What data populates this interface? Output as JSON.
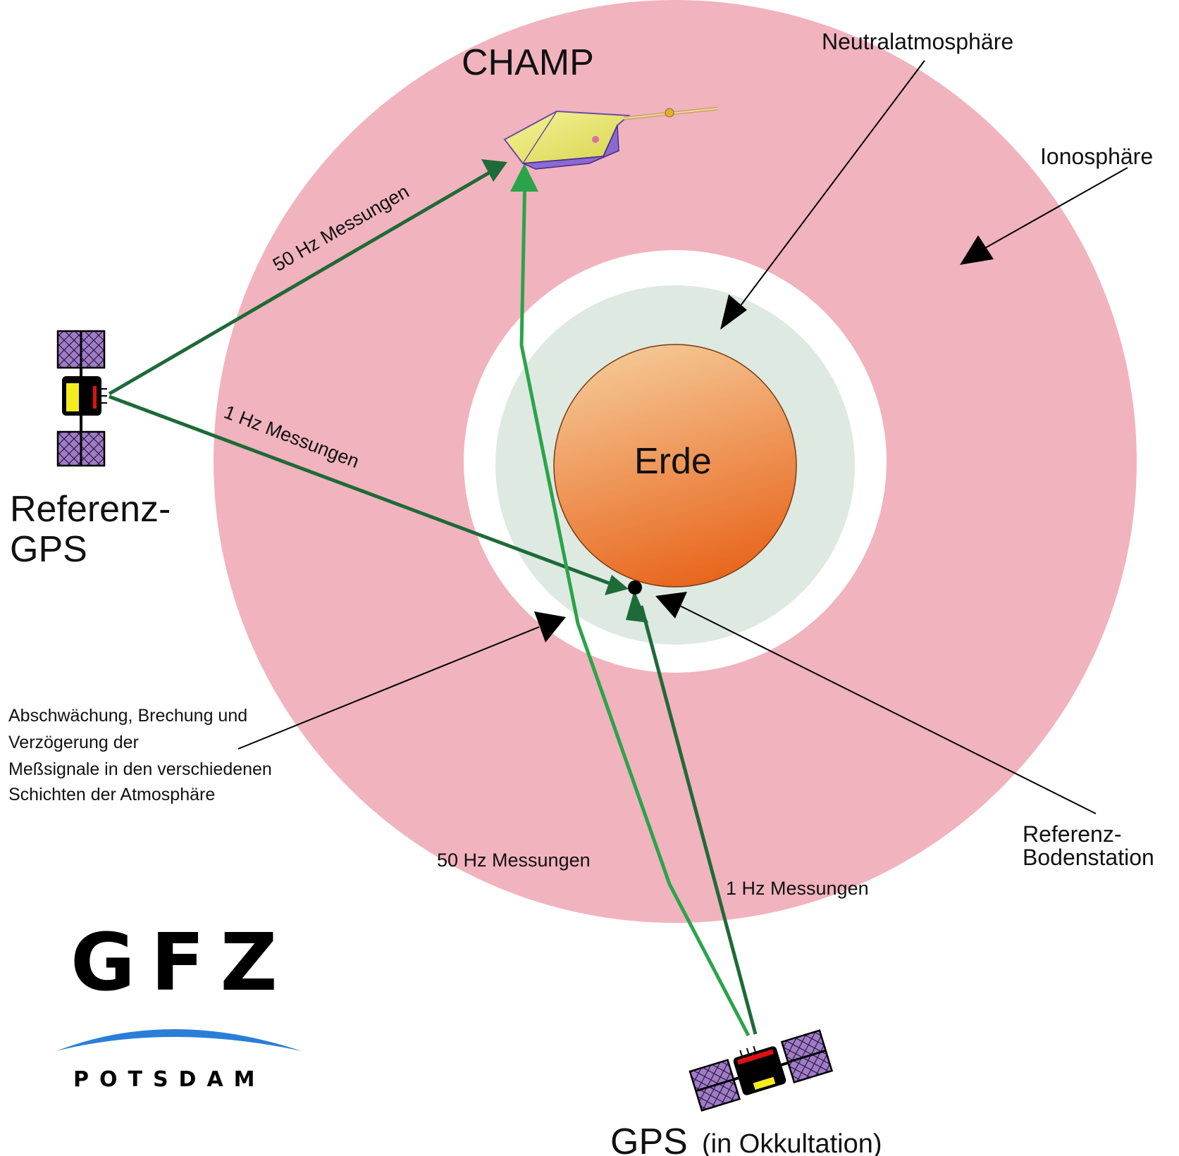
{
  "colors": {
    "ionosphere": "#f1b3be",
    "neutral_atmosphere": "#dde9e1",
    "earth_light": "#f5c896",
    "earth_dark": "#e8651c",
    "signal_50hz": "#2aa44a",
    "signal_1hz": "#1e6a38",
    "panel": "#a07cc8",
    "logo_arc": "#2a7ed8"
  },
  "labels": {
    "champ": "CHAMP",
    "erde": "Erde",
    "neutral": "Neutralatmosphäre",
    "ionosphere": "Ionosphäre",
    "ref_gps_1": "Referenz-",
    "ref_gps_2": "GPS",
    "ref_station_1": "Referenz-",
    "ref_station_2": "Bodenstation",
    "gps_occ_main": "GPS",
    "gps_occ_sub": "(in Okkultation)",
    "hz50_top": "50 Hz Messungen",
    "hz1_left": "1 Hz Messungen",
    "hz50_bottom": "50 Hz Messungen",
    "hz1_bottom": "1 Hz Messungen",
    "note": [
      "Abschwächung, Brechung und",
      "Verzögerung der",
      "Meßsignale in den verschiedenen",
      "Schichten der Atmosphäre"
    ]
  },
  "logo": {
    "name": "GFZ",
    "city": "POTSDAM"
  },
  "icons": {
    "champ": "champ-satellite-icon",
    "reference_gps": "gps-satellite-icon",
    "occultation_gps": "gps-satellite-icon",
    "ground_station": "ground-station-dot-icon"
  }
}
